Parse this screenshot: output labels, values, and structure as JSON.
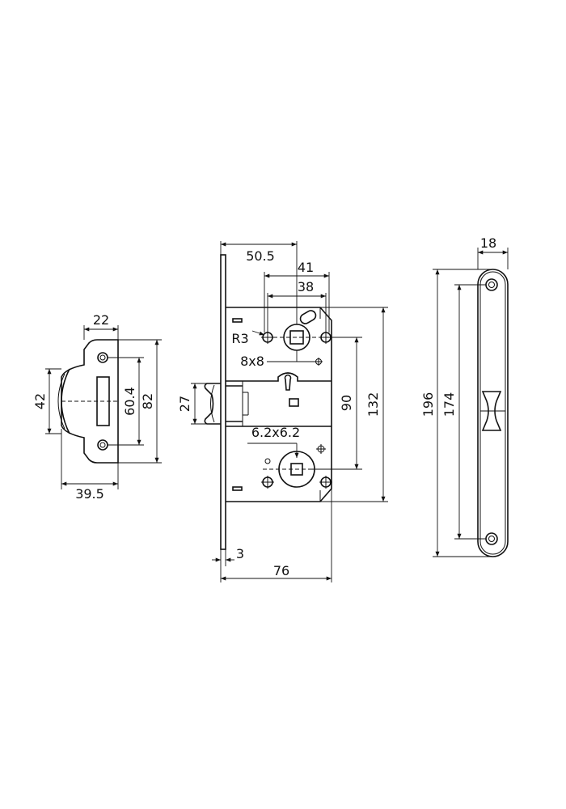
{
  "strike_plate": {
    "width_top": "22",
    "height_left": "42",
    "hole_spacing": "60.4",
    "height_total": "82",
    "depth_bottom": "39.5"
  },
  "lock_body": {
    "backset": "50.5",
    "dim_41": "41",
    "dim_38": "38",
    "radius": "R3",
    "spindle_top": "8x8",
    "latch_height": "27",
    "spindle_bottom": "6.2x6.2",
    "center_distance": "90",
    "case_height": "132",
    "faceplate_thickness": "3",
    "case_depth": "76"
  },
  "faceplate": {
    "width": "18",
    "height_total": "196",
    "hole_spacing": "174"
  }
}
